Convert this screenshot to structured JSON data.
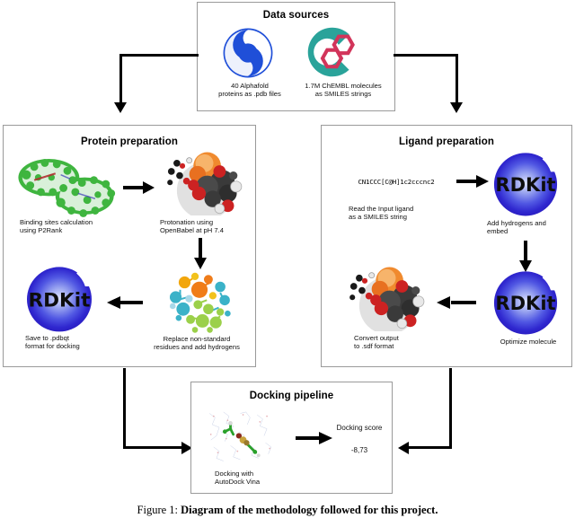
{
  "figure": {
    "caption_prefix": "Figure 1:",
    "caption_text": "Diagram of the methodology followed for this project."
  },
  "panels": {
    "data_sources": {
      "title": "Data sources",
      "items": [
        {
          "icon": "alphafold-logo",
          "caption": "40 Alphafold\nproteins as .pdb files"
        },
        {
          "icon": "chembl-logo",
          "caption": "1.7M ChEMBL molecules\nas SMILES strings"
        }
      ]
    },
    "protein_preparation": {
      "title": "Protein preparation",
      "steps": [
        {
          "icon": "protein-surface-image",
          "caption": "Binding sites calculation\nusing P2Rank"
        },
        {
          "icon": "space-filling-molecule-image",
          "caption": "Protonation using\nOpenBabel at pH 7.4"
        },
        {
          "icon": "pdbfixer-dots-logo",
          "caption": "Replace non-standard\nresidues and add hydrogens"
        },
        {
          "icon": "rdkit-logo",
          "caption": "Save to .pdbqt\nformat for docking",
          "logo_text": "RDKit"
        }
      ]
    },
    "ligand_preparation": {
      "title": "Ligand preparation",
      "steps": [
        {
          "icon": "smiles-string-text",
          "value": "CN1CCC[C@H]1c2cccnc2",
          "caption": "Read the Input ligand\nas a SMILES string"
        },
        {
          "icon": "rdkit-logo",
          "logo_text": "RDKit",
          "caption": "Add hydrogens and\nembed"
        },
        {
          "icon": "rdkit-logo",
          "logo_text": "RDKit",
          "caption": "Optimize molecule"
        },
        {
          "icon": "space-filling-molecule-image",
          "caption": "Convert output\nto .sdf format"
        }
      ]
    },
    "docking_pipeline": {
      "title": "Docking pipeline",
      "steps": [
        {
          "icon": "docking-pose-image",
          "caption": "Docking with\nAutoDock Vina"
        }
      ],
      "score_label": "Docking score",
      "score_value": "-8,73"
    }
  },
  "colors": {
    "alphafold_blue": "#1f4fd8",
    "chembl_teal": "#2aa39a",
    "chembl_pink": "#d2345a",
    "rdkit_blue": "#2f27cf",
    "panel_border": "#9a9a9a",
    "arrow_black": "#000000"
  }
}
